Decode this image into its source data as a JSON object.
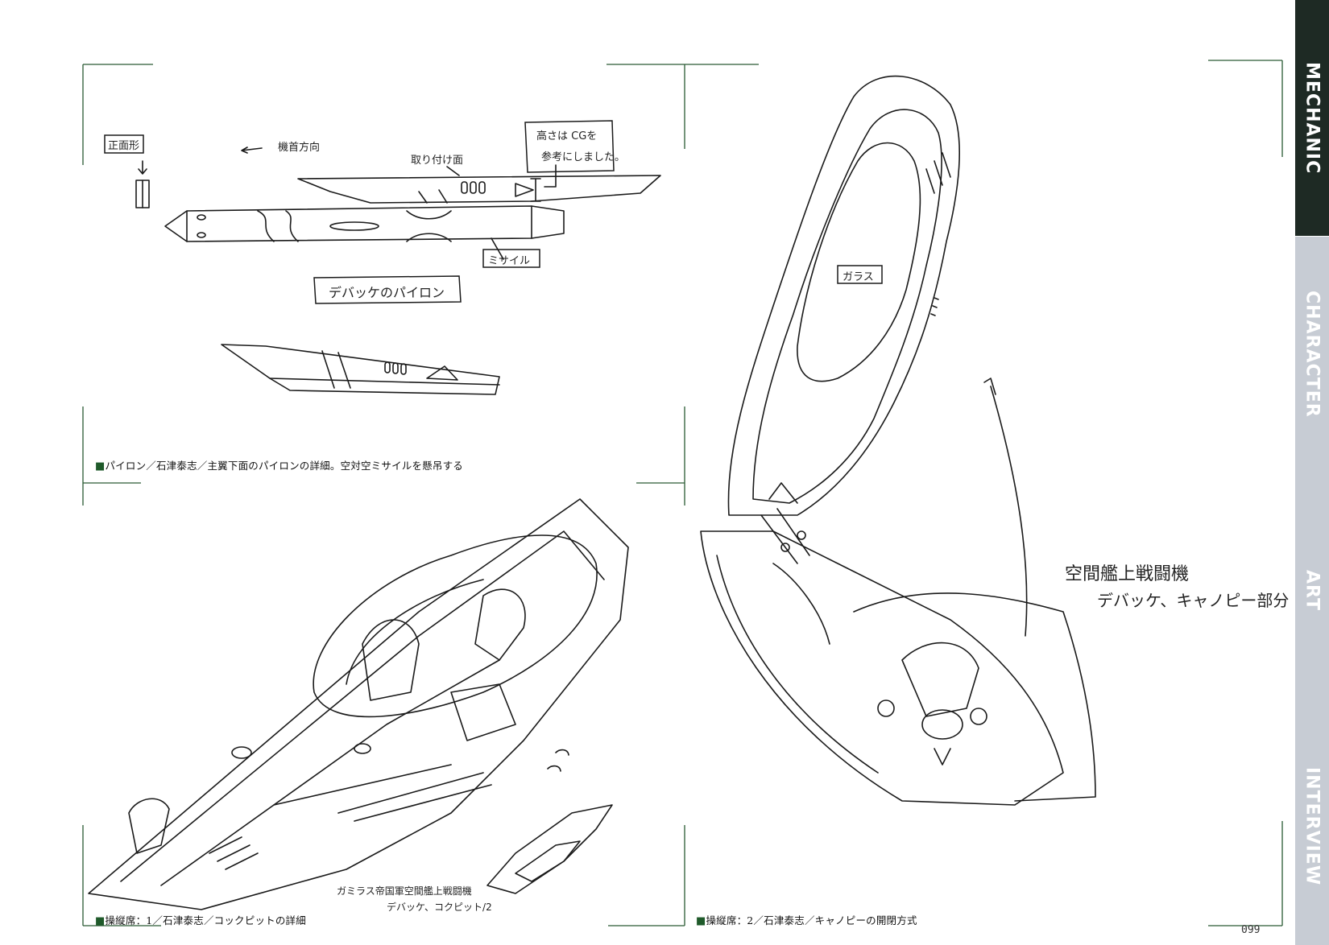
{
  "tabs": [
    {
      "label": "MECHANIC",
      "active": true,
      "bg": "#1e2a24"
    },
    {
      "label": "CHARACTER",
      "active": false,
      "bg": "#c7ccd4"
    },
    {
      "label": "ART",
      "active": false,
      "bg": "#c7ccd4"
    },
    {
      "label": "INTERVIEW",
      "active": false,
      "bg": "#c7ccd4"
    }
  ],
  "page_number": "099",
  "accent_color": "#1f5a2a",
  "captions": {
    "pylon": "パイロン／石津泰志／主翼下面のパイロンの詳細。空対空ミサイルを懸吊する",
    "cockpit1": "操縦席：1／石津泰志／コックピットの詳細",
    "cockpit2": "操縦席：2／石津泰志／キャノピーの開閉方式",
    "marker": "■"
  },
  "notes": {
    "front_view": "正面形",
    "nose_direction": "機首方向",
    "mount_face": "取り付け面",
    "cg_note_line1": "高さは CGを",
    "cg_note_line2": "参考にしました。",
    "missile": "ミサイル",
    "pylon_title": "デバッケのパイロン",
    "glass": "ガラス",
    "canopy_line1": "空間艦上戦闘機",
    "canopy_line2": "デバッケ、キャノピー部分",
    "cockpit_line1": "ガミラス帝国軍空間艦上戦闘機",
    "cockpit_line2": "デバッケ、コクピット/2"
  }
}
